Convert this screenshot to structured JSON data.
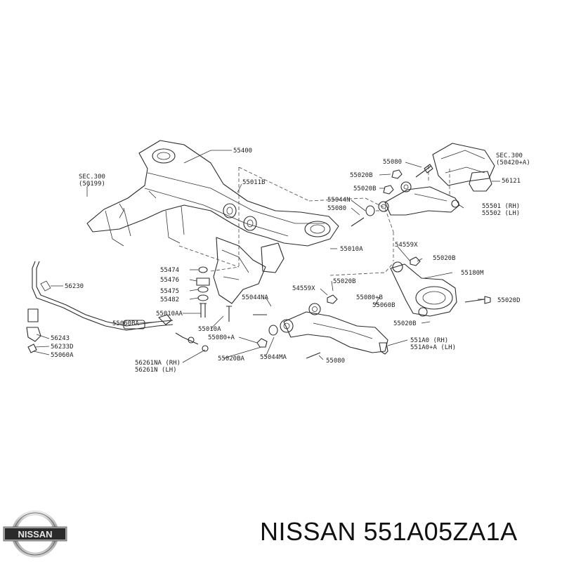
{
  "brand": {
    "logo_text": "NISSAN"
  },
  "caption": "NISSAN 551A05ZA1A",
  "diagram": {
    "part_labels": [
      "55400",
      "SEC.300",
      "(50199)",
      "55011B",
      "55080",
      "55020B",
      "55020B",
      "SEC.300",
      "(50420+A)",
      "56121",
      "55044N",
      "55080",
      "55501 (RH)",
      "55502 (LH)",
      "55010A",
      "54559X",
      "55020B",
      "56230",
      "55474",
      "55180M",
      "55476",
      "55475",
      "55482",
      "54559X",
      "55020B",
      "55080+B",
      "55060B",
      "55010AA",
      "55044NA",
      "55020D",
      "55020B",
      "55060BA",
      "55010A",
      "56243",
      "56233D",
      "55060A",
      "55080+A",
      "551A0 (RH)",
      "551A0+A (LH)",
      "56261NA (RH)",
      "56261N (LH)",
      "55020BA",
      "55044MA",
      "55080"
    ]
  }
}
